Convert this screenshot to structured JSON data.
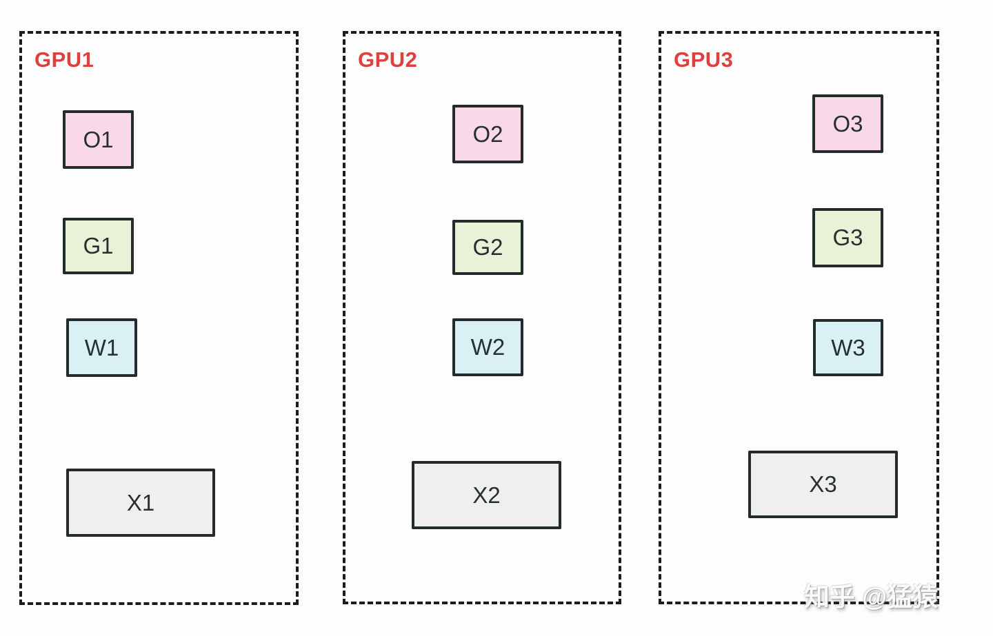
{
  "diagram": {
    "title_context": "Model states sharded across GPUs",
    "gpus": [
      {
        "label": "GPU1",
        "boxes": [
          {
            "label": "O1",
            "type": "optimizer-state"
          },
          {
            "label": "G1",
            "type": "gradient"
          },
          {
            "label": "W1",
            "type": "weight"
          },
          {
            "label": "X1",
            "type": "input-activation"
          }
        ]
      },
      {
        "label": "GPU2",
        "boxes": [
          {
            "label": "O2",
            "type": "optimizer-state"
          },
          {
            "label": "G2",
            "type": "gradient"
          },
          {
            "label": "W2",
            "type": "weight"
          },
          {
            "label": "X2",
            "type": "input-activation"
          }
        ]
      },
      {
        "label": "GPU3",
        "boxes": [
          {
            "label": "O3",
            "type": "optimizer-state"
          },
          {
            "label": "G3",
            "type": "gradient"
          },
          {
            "label": "W3",
            "type": "weight"
          },
          {
            "label": "X3",
            "type": "input-activation"
          }
        ]
      }
    ],
    "colors": {
      "gpu_label_red": "#dd413e",
      "optimizer_box_pink": "#f8d8e9",
      "gradient_box_green": "#e7f2d6",
      "weight_box_blue": "#d9f0f4",
      "input_box_gray": "#efeff0",
      "box_border": "#242b2b",
      "container_border_dashed": "#1c1c1c",
      "background": "#fdfdfd"
    },
    "watermark": "知乎 @猛猿"
  }
}
